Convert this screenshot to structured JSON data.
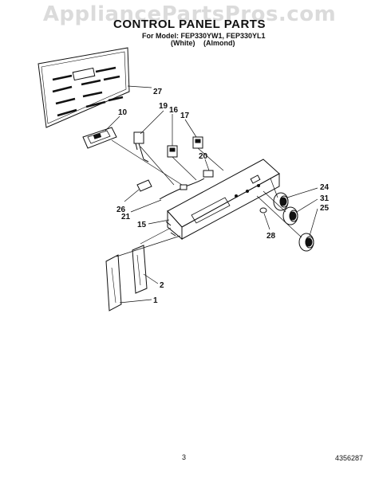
{
  "watermark": "AppliancePartsPros.com",
  "title": "CONTROL PANEL PARTS",
  "model_line": "For Model: FEP330YW1, FEP330YL1",
  "variants": "(White)  (Almond)",
  "callouts": {
    "c27": "27",
    "c10": "10",
    "c19": "19",
    "c16": "16",
    "c17": "17",
    "c20": "20",
    "c24": "24",
    "c31": "31",
    "c25": "25",
    "c26": "26",
    "c21": "21",
    "c15": "15",
    "c28": "28",
    "c2": "2",
    "c1": "1"
  },
  "page_number": "3",
  "document_number": "4356287"
}
